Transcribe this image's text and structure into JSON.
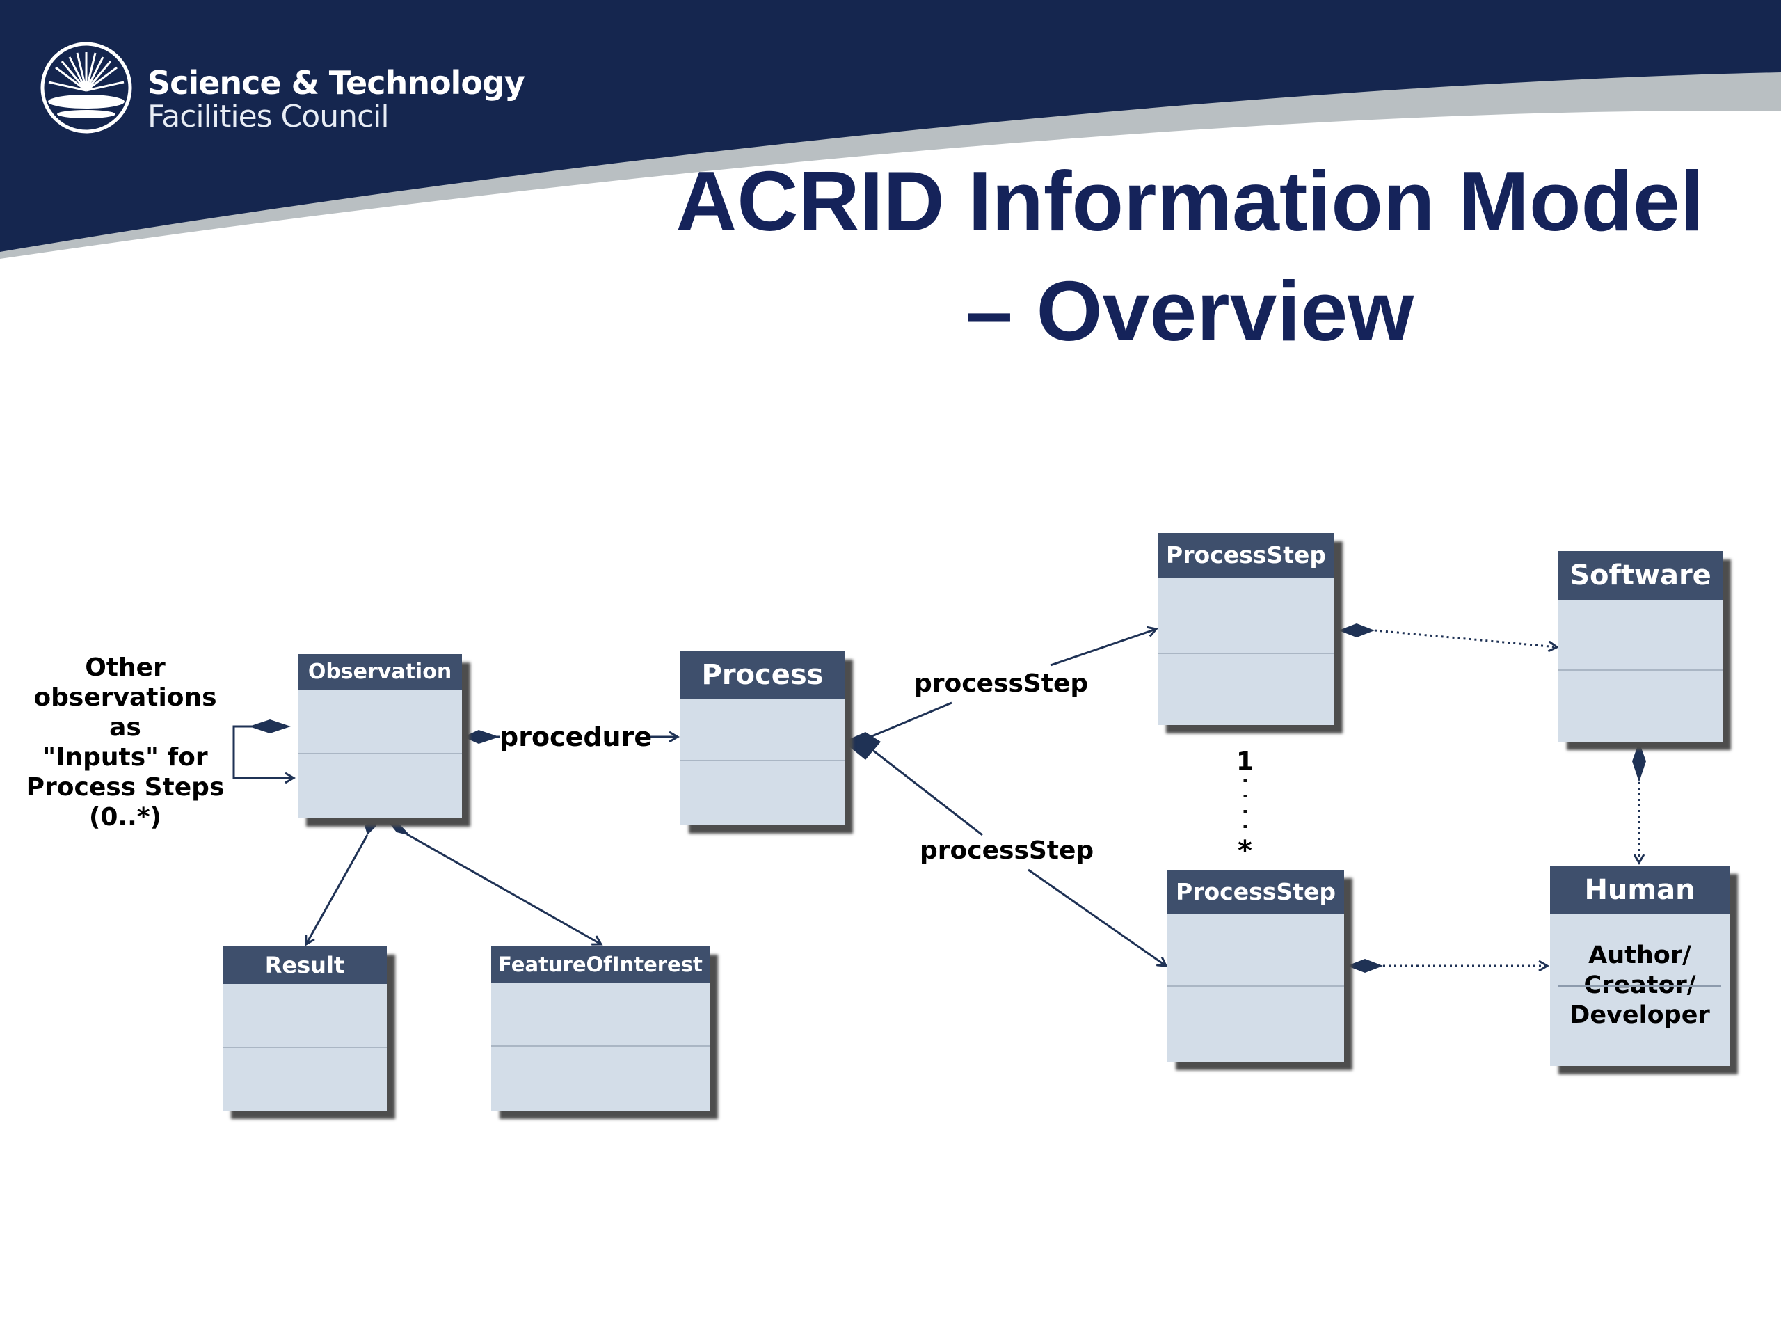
{
  "header": {
    "logo_line1": "Science & Technology",
    "logo_line2": "Facilities Council",
    "title_line1": "ACRID Information Model",
    "title_line2": "– Overview",
    "colors": {
      "navy": "#15264f",
      "title": "#15235a",
      "swoosh": "#b9bfc2"
    }
  },
  "diagram": {
    "classes": {
      "observation": "Observation",
      "process": "Process",
      "result": "Result",
      "feature": "FeatureOfInterest",
      "process_step_top": "ProcessStep",
      "process_step_bottom": "ProcessStep",
      "software": "Software",
      "human": "Human"
    },
    "human_body": [
      "Author/",
      "Creator/",
      "Developer"
    ],
    "labels": {
      "procedure": "procedure",
      "process_step_upper": "processStep",
      "process_step_lower": "processStep",
      "mult_one": "1",
      "mult_many": "*"
    },
    "inputs_note": [
      "Other",
      "observations",
      "as",
      "\"Inputs\" for",
      "Process Steps",
      "(0..*)"
    ],
    "colors": {
      "box_fill": "#d3dde8",
      "box_header": "#3e4f6c",
      "line": "#1f3255"
    }
  }
}
